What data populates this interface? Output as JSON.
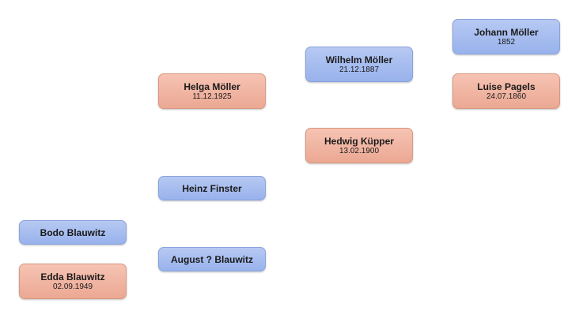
{
  "people": {
    "bodo": {
      "name": "Bodo Blauwitz",
      "date": ""
    },
    "edda": {
      "name": "Edda Blauwitz",
      "date": "02.09.1949"
    },
    "helga": {
      "name": "Helga Möller",
      "date": "11.12.1925"
    },
    "heinz": {
      "name": "Heinz Finster",
      "date": ""
    },
    "august": {
      "name": "August ? Blauwitz",
      "date": ""
    },
    "wilhelm": {
      "name": "Wilhelm Möller",
      "date": "21.12.1887"
    },
    "hedwig": {
      "name": "Hedwig Küpper",
      "date": "13.02.1900"
    },
    "johann": {
      "name": "Johann Möller",
      "date": "1852"
    },
    "luise": {
      "name": "Luise Pagels",
      "date": "24.07.1860"
    }
  },
  "colors": {
    "male": "#98b2ec",
    "female": "#eba893"
  }
}
